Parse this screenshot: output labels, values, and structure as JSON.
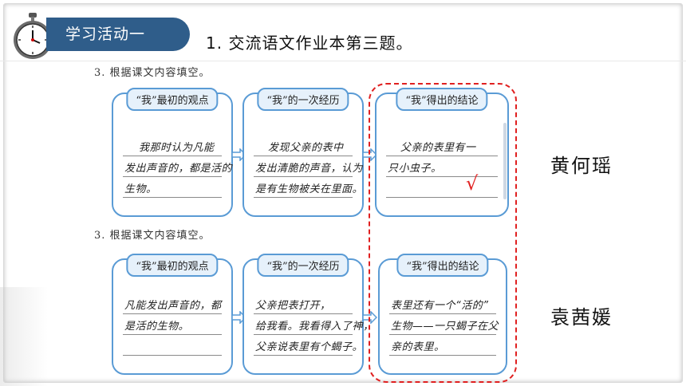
{
  "header": {
    "activity_tag": "学习活动一",
    "task_title": "1. 交流语文作业本第三题。"
  },
  "worksheets": [
    {
      "label": "3. 根据课文内容填空。",
      "cards": [
        {
          "heading": "“我”最初的观点",
          "answer_lines": [
            "我那时认为凡能",
            "发出声音的，都是活的",
            "生物。"
          ]
        },
        {
          "heading": "“我”的一次经历",
          "answer_lines": [
            "发现父亲的表中",
            "发出清脆的声音，认为",
            "是有生物被关在里面。"
          ]
        },
        {
          "heading": "“我”得出的结论",
          "answer_lines": [
            "父亲的表里有一",
            "只小虫子。",
            ""
          ]
        }
      ],
      "student_name": "黄何瑶",
      "check_mark": "√"
    },
    {
      "label": "3. 根据课文内容填空。",
      "cards": [
        {
          "heading": "“我”最初的观点",
          "answer_lines": [
            "凡能发出声音的，都",
            "是活的生物。",
            ""
          ]
        },
        {
          "heading": "“我”的一次经历",
          "answer_lines": [
            "父亲把表打开，",
            "给我看。我看得入了神，",
            "父亲说表里有个蝎子。"
          ]
        },
        {
          "heading": "“我”得出的结论",
          "answer_lines": [
            "表里还有一个“活的”",
            "生物——一只蝎子在父",
            "亲的表里。"
          ]
        }
      ],
      "student_name": "袁茜媛"
    }
  ],
  "colors": {
    "tag_bg": "#2f5d8a",
    "card_border": "#5a9bd5",
    "highlight": "#e02020"
  }
}
